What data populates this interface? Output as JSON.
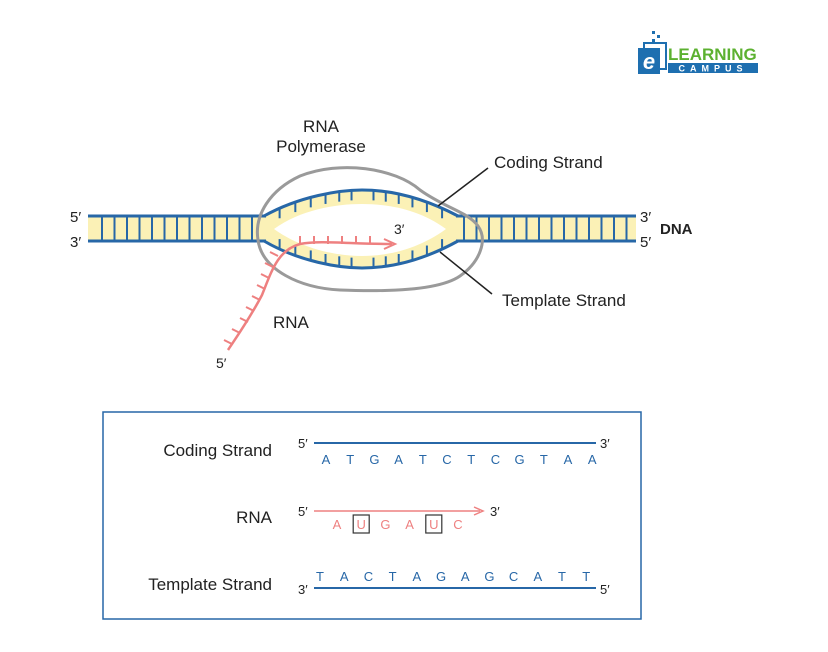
{
  "logo": {
    "letter": "e",
    "word1": "LEARNING",
    "word2": "CAMPUS"
  },
  "diagram": {
    "enzyme_line1": "RNA",
    "enzyme_line2": "Polymerase",
    "coding_strand_label": "Coding Strand",
    "template_strand_label": "Template Strand",
    "rna_label": "RNA",
    "dna_label": "DNA",
    "end_5_top_left": "5′",
    "end_3_bottom_left": "3′",
    "end_3_top_right": "3′",
    "end_5_bottom_right": "5′",
    "rna_end_3": "3′",
    "rna_end_5": "5′"
  },
  "table": {
    "rows": [
      {
        "label": "Coding Strand",
        "left_end": "5′",
        "right_end": "3′",
        "bases": [
          "A",
          "T",
          "G",
          "A",
          "T",
          "C",
          "T",
          "C",
          "G",
          "T",
          "A",
          "A"
        ]
      },
      {
        "label": "RNA",
        "left_end": "5′",
        "right_end": "3′",
        "bases": [
          "A",
          "U",
          "G",
          "A",
          "U",
          "C"
        ],
        "boxed_indices": [
          1,
          4
        ]
      },
      {
        "label": "Template Strand",
        "left_end": "3′",
        "right_end": "5′",
        "bases": [
          "T",
          "A",
          "C",
          "T",
          "A",
          "G",
          "A",
          "G",
          "C",
          "A",
          "T",
          "T"
        ]
      }
    ]
  },
  "colors": {
    "dna_strand": "#2767a7",
    "base_pair_fill": "#fbf1b6",
    "base_pair_tick": "#2767a7",
    "rna": "#ee8080",
    "polymerase_outline": "#9a9a9a",
    "box_border": "#2767a7",
    "logo_green": "#5cb130",
    "logo_blue": "#1e6fb0"
  }
}
